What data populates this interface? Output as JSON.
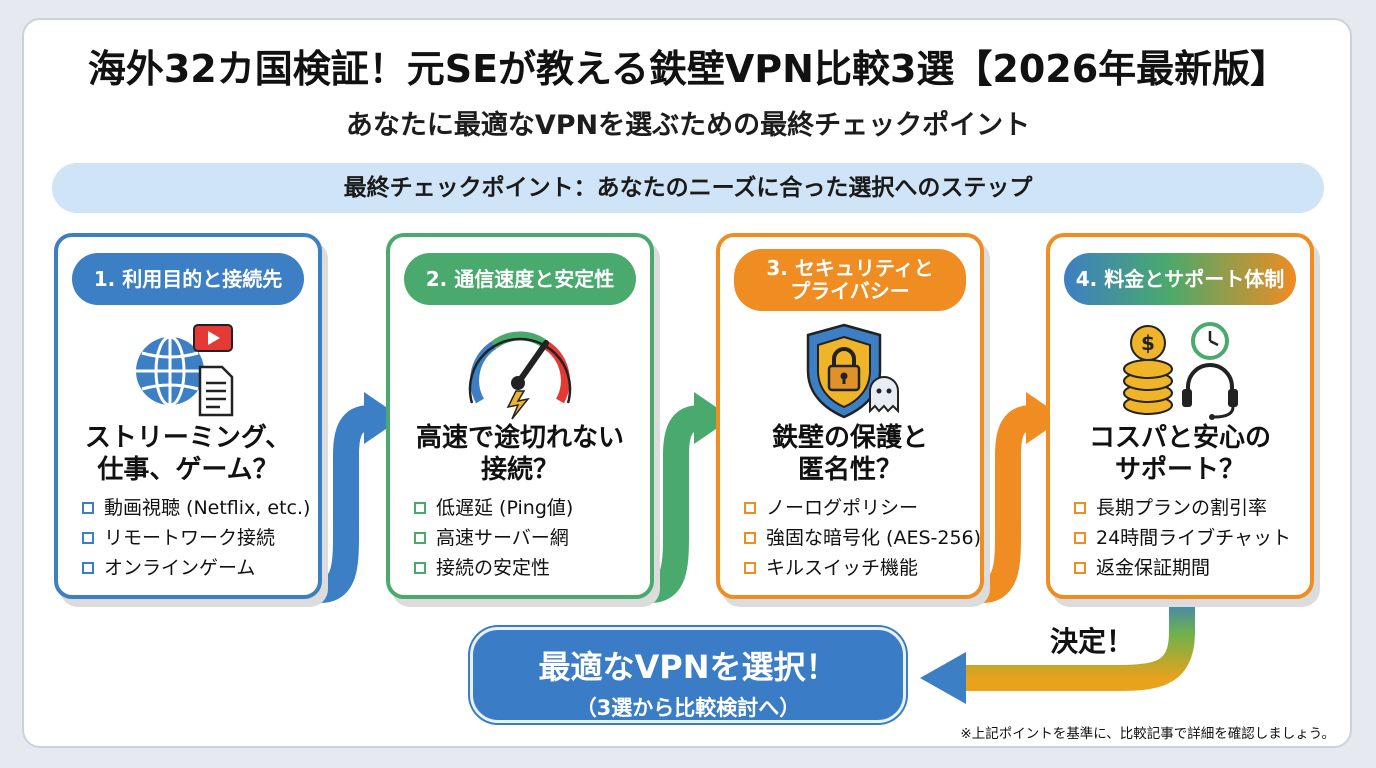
{
  "title": "海外32カ国検証！元SEが教える鉄壁VPN比較3選【2026年最新版】",
  "subtitle": "あなたに最適なVPNを選ぶための最終チェックポイント",
  "banner": "最終チェックポイント：あなたのニーズに合った選択へのステップ",
  "steps": [
    {
      "label": "1. 利用目的と接続先",
      "question": [
        "ストリーミング、",
        "仕事、ゲーム？"
      ],
      "items": [
        "動画視聴 (Netflix, etc.)",
        "リモートワーク接続",
        "オンラインゲーム"
      ],
      "color": "#3d7fc4",
      "icon": "globe-video-document-icon"
    },
    {
      "label": "2. 通信速度と安定性",
      "question": [
        "高速で途切れない",
        "接続？"
      ],
      "items": [
        "低遅延 (Ping値)",
        "高速サーバー網",
        "接続の安定性"
      ],
      "color": "#4aa96c",
      "icon": "speedometer-icon"
    },
    {
      "label": "3. セキュリティと\nプライバシー",
      "question": [
        "鉄壁の保護と",
        "匿名性？"
      ],
      "items": [
        "ノーログポリシー",
        "強固な暗号化 (AES-256)",
        "キルスイッチ機能"
      ],
      "color": "#ef8c22",
      "icon": "shield-lock-icon"
    },
    {
      "label": "4. 料金とサポート体制",
      "question": [
        "コスパと安心の",
        "サポート？"
      ],
      "items": [
        "長期プランの割引率",
        "24時間ライブチャット",
        "返金保証期間"
      ],
      "color": "#ef8c22",
      "icon": "coins-headset-icon"
    }
  ],
  "decision_label": "決定！",
  "result": {
    "line1": "最適なVPNを選択！",
    "line2": "（3選から比較検討へ）"
  },
  "footnote": "※上記ポイントを基準に、比較記事で詳細を確認しましょう。",
  "colors": {
    "blue": "#3d7fc4",
    "green": "#4aa96c",
    "orange": "#ef8c22",
    "banner": "#cfe4f6"
  }
}
